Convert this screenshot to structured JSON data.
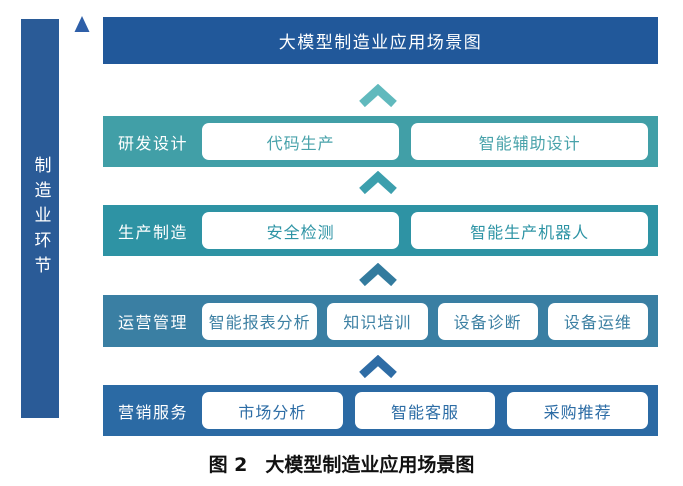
{
  "figure": {
    "sidebar_label": "制造业环节",
    "banner_title": "大模型制造业应用场景图",
    "rows": [
      {
        "label": "研发设计",
        "items": [
          "代码生产",
          "智能辅助设计"
        ],
        "bg_color": "#419FA7",
        "item_text_color": "#48A2AA",
        "chevron_color": "#60B9BD"
      },
      {
        "label": "生产制造",
        "items": [
          "安全检测",
          "智能生产机器人"
        ],
        "bg_color": "#2E93A4",
        "item_text_color": "#2E94A5",
        "chevron_color": "#3C9FAD"
      },
      {
        "label": "运营管理",
        "items": [
          "智能报表分析",
          "知识培训",
          "设备诊断",
          "设备运维"
        ],
        "bg_color": "#3A7FA3",
        "item_text_color": "#3D80A3",
        "chevron_color": "#337B9E"
      },
      {
        "label": "营销服务",
        "items": [
          "市场分析",
          "智能客服",
          "采购推荐"
        ],
        "bg_color": "#2B6AA4",
        "item_text_color": "#2C6CA5",
        "chevron_color": "#2E6CA5"
      }
    ],
    "caption": {
      "prefix": "图 2",
      "title": "大模型制造业应用场景图"
    },
    "colors": {
      "banner_bg": "#21589A",
      "sidebar_bg": "#2A5B97",
      "arrow_head": "#2E5FA8",
      "arrow_top": "#2E5FA8",
      "arrow_mid": "#4A73B2",
      "arrow_bottom": "#D9E1EF"
    }
  }
}
